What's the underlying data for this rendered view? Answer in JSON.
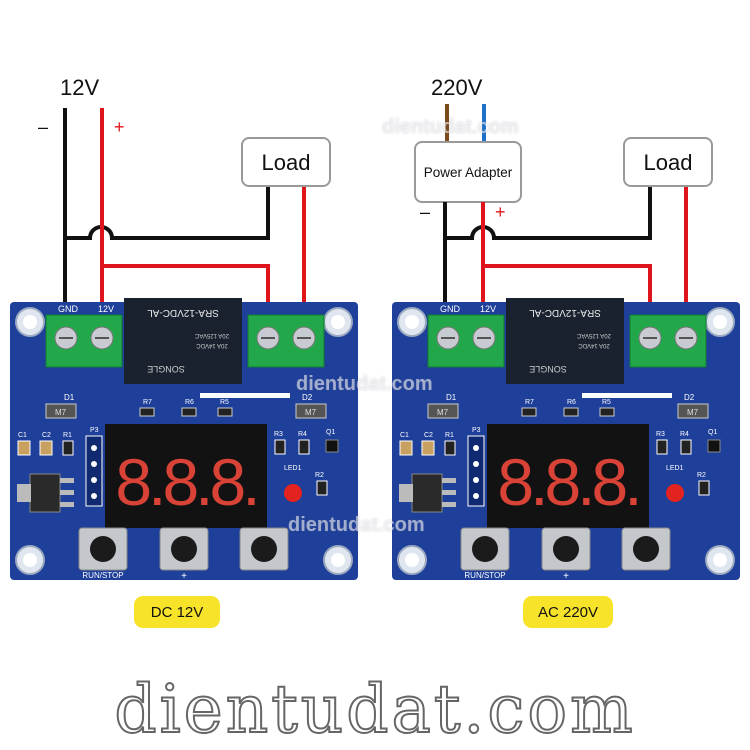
{
  "left_panel": {
    "supply_voltage": "12V",
    "neg_sign": "–",
    "pos_sign": "+",
    "load_label": "Load",
    "board": {
      "terminal_labels": [
        "GND",
        "12V"
      ],
      "relay_model": "SRA-12VDC-AL",
      "relay_rating_1": "20A 125VAC",
      "relay_rating_2": "20A 14VDC",
      "relay_brand": "SONGLE",
      "display_digits": "8.8.8.",
      "parts": [
        "D1",
        "M7",
        "R7",
        "R6",
        "R5",
        "D2",
        "M7",
        "C1",
        "C2",
        "R1",
        "P3",
        "R3",
        "R4",
        "Q1",
        "LED1",
        "R2"
      ],
      "buttons": [
        "RUN/STOP",
        "+",
        ""
      ]
    },
    "tag": "DC 12V"
  },
  "right_panel": {
    "supply_voltage": "220V",
    "adapter_label": "Power Adapter",
    "neg_sign": "–",
    "pos_sign": "+",
    "load_label": "Load",
    "board": {
      "terminal_labels": [
        "GND",
        "12V"
      ],
      "relay_model": "SRA-12VDC-AL",
      "relay_rating_1": "20A 125VAC",
      "relay_rating_2": "20A 14VDC",
      "relay_brand": "SONGLE",
      "display_digits": "8.8.8.",
      "parts": [
        "D1",
        "M7",
        "R7",
        "R6",
        "R5",
        "D2",
        "M7",
        "C1",
        "C2",
        "R1",
        "P3",
        "R3",
        "R4",
        "Q1",
        "LED1",
        "R2"
      ],
      "buttons": [
        "RUN/STOP",
        "+",
        ""
      ]
    },
    "tag": "AC 220V"
  },
  "watermarks": [
    "dientudat.com",
    "dientudat.com",
    "dientudat.com"
  ],
  "footer_brand": "dientudat.com",
  "colors": {
    "wire_negative": "#111111",
    "wire_positive": "#e0141b",
    "wire_live_brown": "#7a4a1a",
    "wire_neutral_blue": "#1f72c9",
    "pcb": "#1e3f9a",
    "terminal": "#22a84a",
    "relay": "#1a2230",
    "display": "#121212",
    "segment": "#f0493c",
    "tag_bg": "#f6e32a"
  }
}
